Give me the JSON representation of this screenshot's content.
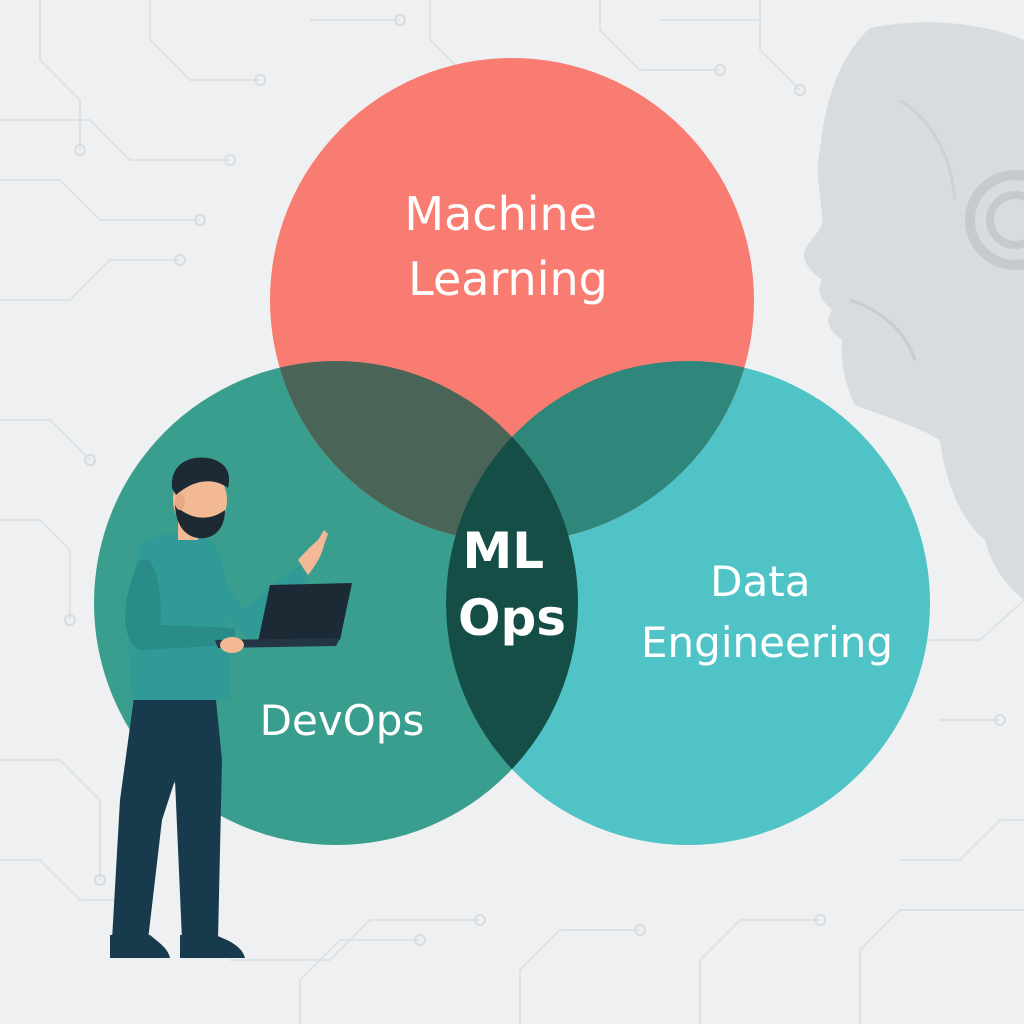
{
  "diagram": {
    "type": "venn",
    "sets": [
      {
        "id": "ml",
        "label_lines": [
          "Machine",
          "Learning"
        ],
        "color": "#f87c71"
      },
      {
        "id": "devops",
        "label_lines": [
          "DevOps"
        ],
        "color": "#3a9e8f"
      },
      {
        "id": "data-eng",
        "label_lines": [
          "Data",
          "Engineering"
        ],
        "color": "#4fc3c6"
      }
    ],
    "center": {
      "label_lines": [
        "ML",
        "Ops"
      ],
      "color": "#144e46"
    },
    "pair_colors": {
      "ml_devops": "#4a6457",
      "ml_data": "#2f867b",
      "devops_data": "#1e6b61"
    }
  },
  "illustration": {
    "person": "person-with-laptop-icon",
    "robot": "robot-head-icon",
    "background": "circuit-pattern",
    "colors": {
      "shirt": "#2f9a96",
      "pants": "#173a4d",
      "hair": "#1e2a33",
      "skin": "#f3b995",
      "laptop": "#1c2a36",
      "robot": "#d6dadc"
    }
  }
}
